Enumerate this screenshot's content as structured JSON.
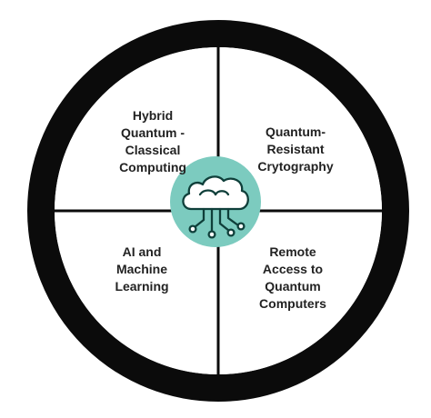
{
  "diagram": {
    "quadrants": [
      {
        "id": "top-left",
        "label": "Hybrid\nQuantum -\nClassical\nComputing"
      },
      {
        "id": "top-right",
        "label": "Quantum-\nResistant\nCrytography"
      },
      {
        "id": "bottom-left",
        "label": "AI and\nMachine\nLearning"
      },
      {
        "id": "bottom-right",
        "label": "Remote\nAccess to\nQuantum\nComputers"
      }
    ],
    "center": {
      "icon": "cloud-network-icon"
    }
  },
  "colors": {
    "ring": "#0b0b0b",
    "background": "#ffffff",
    "divider": "#0b0b0b",
    "center_fill": "#7ccbbf",
    "icon_stroke": "#0f3f3a",
    "icon_fill": "#ffffff",
    "text": "#222222"
  }
}
